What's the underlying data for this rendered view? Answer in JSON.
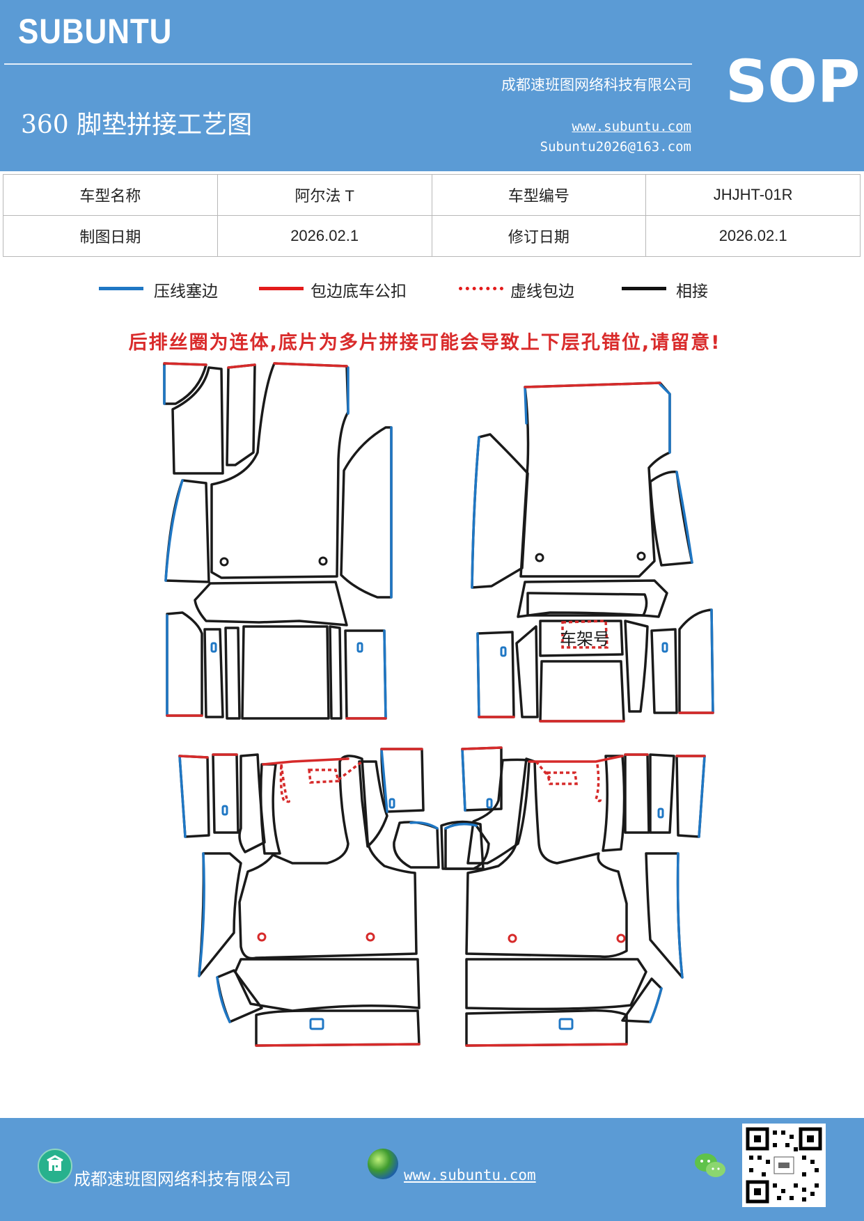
{
  "header": {
    "brand": "SUBUNTU",
    "title": "360 脚垫拼接工艺图",
    "company": "成都速班图网络科技有限公司",
    "website": "www.subuntu.com",
    "email": "Subuntu2026@163.com",
    "badge": "SOP"
  },
  "info_table": {
    "row1": {
      "label1": "车型名称",
      "value1": "阿尔法 T",
      "label2": "车型编号",
      "value2": "JHJHT-01R"
    },
    "row2": {
      "label1": "制图日期",
      "value1": "2026.02.1",
      "label2": "修订日期",
      "value2": "2026.02.1"
    }
  },
  "legend": [
    {
      "label": "压线塞边",
      "color": "#1f77c4",
      "style": "solid"
    },
    {
      "label": "包边底车公扣",
      "color": "#e31b1b",
      "style": "solid"
    },
    {
      "label": "虚线包边",
      "color": "#e31b1b",
      "style": "dotted"
    },
    {
      "label": "相接",
      "color": "#111111",
      "style": "solid"
    }
  ],
  "warning": "后排丝圈为连体,底片为多片拼接可能会导致上下层孔错位,请留意!",
  "diagram": {
    "frame_label": "车架号",
    "colors": {
      "outline": "#1a1a1a",
      "press_edge": "#1f77c4",
      "wrap_edge": "#d62a2a"
    }
  },
  "footer": {
    "company": "成都速班图网络科技有限公司",
    "website": "www.subuntu.com",
    "icons": [
      "building-icon",
      "globe-icon",
      "wechat-icon",
      "qr-code"
    ]
  }
}
